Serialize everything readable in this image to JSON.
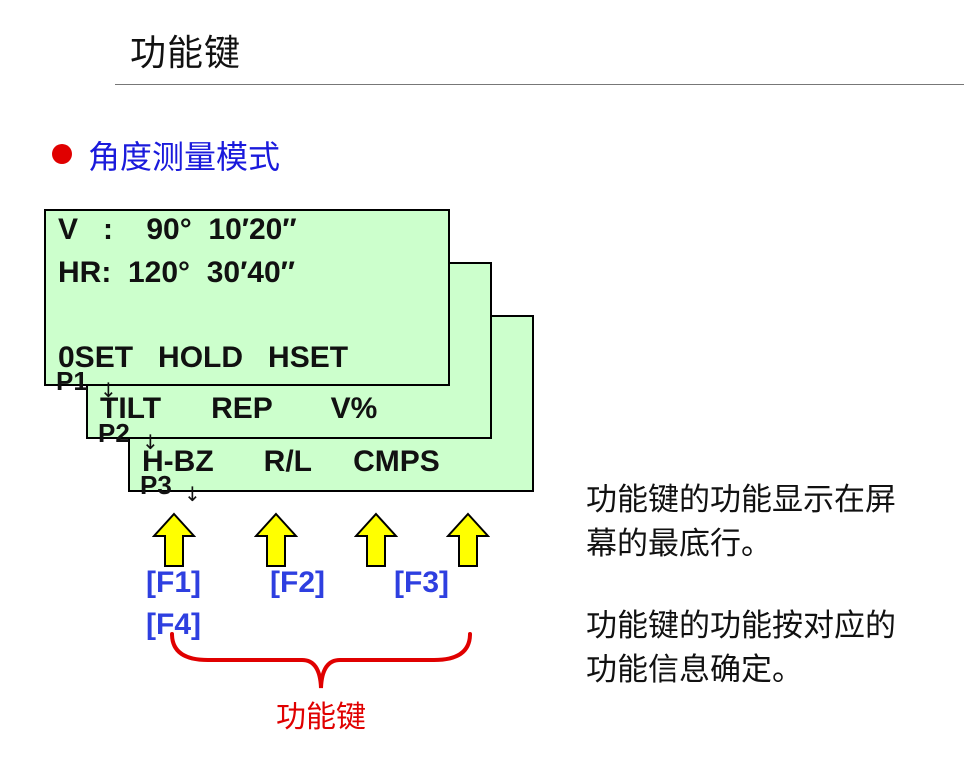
{
  "title": "功能键",
  "subtitle": "角度测量模式",
  "screens": {
    "page1": {
      "line1": "V   :    90°  10′20″",
      "line2": "HR:  120°  30′40″",
      "softkeys": "0SET   HOLD   HSET",
      "page_label": "P1"
    },
    "page2": {
      "softkeys": "TILT      REP       V%",
      "page_label": "P2"
    },
    "page3": {
      "softkeys": "H-BZ      R/L     CMPS",
      "page_label": "P3"
    }
  },
  "function_keys": {
    "f1": "[F1]",
    "f2": "[F2]",
    "f3": "[F3]",
    "f4": "[F4]"
  },
  "bracket_label": "功能键",
  "notes": {
    "note1_line1": "功能键的功能显示在屏",
    "note1_line2": "幕的最底行。",
    "note2_line1": "功能键的功能按对应的",
    "note2_line2": "功能信息确定。"
  },
  "colors": {
    "screen_bg": "#ccffcc",
    "subtitle": "#1a1adc",
    "bullet": "#e00000",
    "fkey": "#2e3fe0",
    "arrow_fill": "#ffff00",
    "bracket": "#e00000"
  },
  "icons": {
    "bullet": "red-circle",
    "key_pointer": "up-arrow",
    "page_pointer": "down-arrow"
  }
}
